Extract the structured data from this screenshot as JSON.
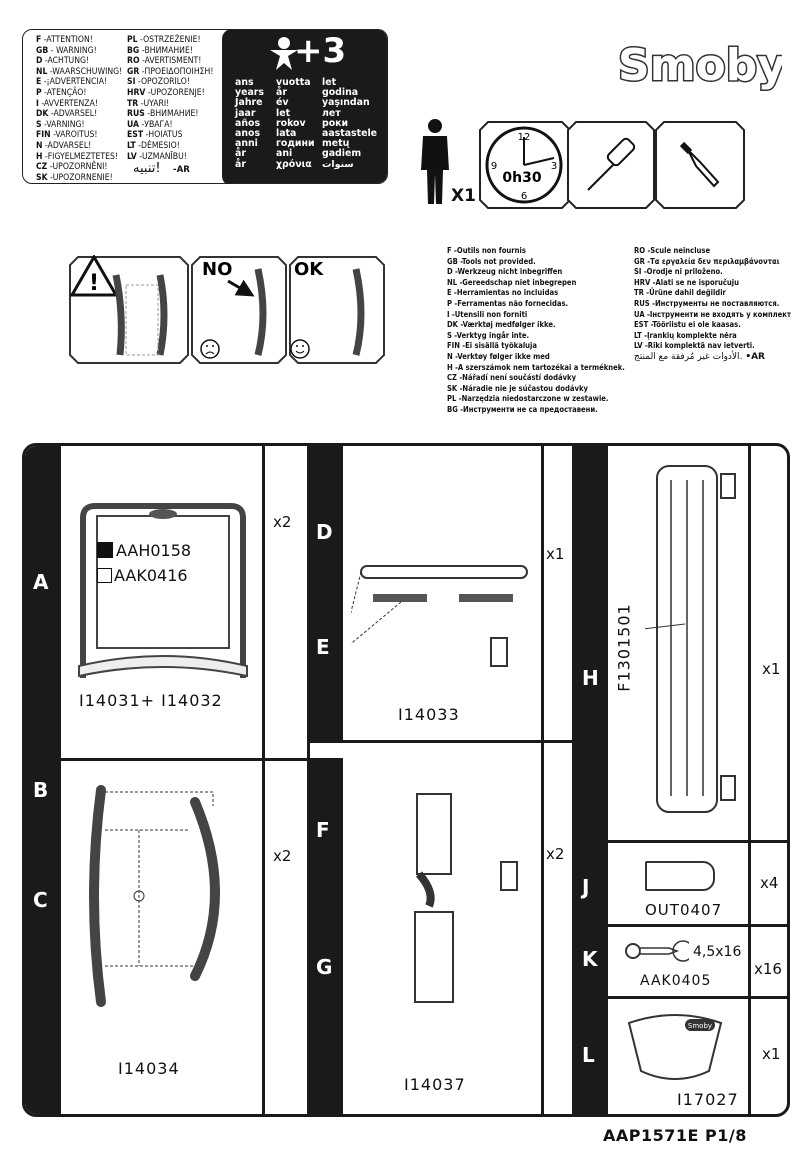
{
  "warning": {
    "col1": [
      [
        "F",
        "-ATTENTION!"
      ],
      [
        "GB",
        "- WARNING!"
      ],
      [
        "D",
        "-ACHTUNG!"
      ],
      [
        "NL",
        "-WAARSCHUWING!"
      ],
      [
        "E",
        "-¡ADVERTENCIA!"
      ],
      [
        "P",
        "-ATENÇÃO!"
      ],
      [
        "I",
        "-AVVERTENZA!"
      ],
      [
        "DK",
        "-ADVARSEL!"
      ],
      [
        "S",
        "-VARNING!"
      ],
      [
        "FIN",
        "-VAROITUS!"
      ],
      [
        "N",
        "-ADVARSEL!"
      ],
      [
        "H",
        "-FIGYELMEZTETES!"
      ],
      [
        "CZ",
        "-UPOZORNĚNI!"
      ],
      [
        "SK",
        "-UPOZORNENIE!"
      ]
    ],
    "col2": [
      [
        "PL",
        "-OSTRZEŻENIE!"
      ],
      [
        "BG",
        "-ВНИМАНИЕ!"
      ],
      [
        "RO",
        "-AVERTISMENT!"
      ],
      [
        "GR",
        "-ΠΡΟΕΙΔΟΠΟΙΗΣΗ!"
      ],
      [
        "SI",
        "-OPOZORILO!"
      ],
      [
        "HRV",
        "-UPOZORENJE!"
      ],
      [
        "TR",
        "-UYARI!"
      ],
      [
        "RUS",
        "-ВНИМАНИЕ!"
      ],
      [
        "UA",
        "-УВАГА!"
      ],
      [
        "EST",
        "-HOIATUS"
      ],
      [
        "LT",
        "-DĖMESIO!"
      ],
      [
        "LV",
        "-UZMANĪBU!"
      ]
    ],
    "arabic": "تنبيه!",
    "arabic_code": "-AR",
    "age": "+3",
    "age_col1": [
      "ans",
      "years",
      "Jahre",
      "jaar",
      "años",
      "anos",
      "anni",
      "år",
      "år"
    ],
    "age_col2": [
      "vuotta",
      "år",
      "év",
      "let",
      "rokov",
      "lata",
      "години",
      "ani",
      "χρόνια"
    ],
    "age_col3": [
      "let",
      "godina",
      "yaşından",
      "лет",
      "роки",
      "aastastele",
      "metų",
      "gadiem",
      "سنوات"
    ]
  },
  "brand": "Smoby",
  "adult": {
    "count": "X1",
    "time": "0h30",
    "clock_numbers": [
      "12",
      "3",
      "6",
      "9"
    ]
  },
  "check": {
    "no": "NO",
    "ok": "OK",
    "warn_mark": "!"
  },
  "tools_not_provided": {
    "col1": [
      "F -Outils non fournis",
      "GB -Tools not provided.",
      "D -Werkzeug nicht inbegriffen",
      "NL -Gereedschap niet inbegrepen",
      "E -Herramientas no incluidas",
      "P -Ferramentas não fornecidas.",
      "I -Utensili non forniti",
      "DK -Værktøj medfølger ikke.",
      "S -Verktyg ingår inte.",
      "FIN -Ei sisällä työkaluja",
      "N -Verktøy følger ikke med",
      "H -A szerszámok nem tartozékai a terméknek.",
      "CZ -Nářadí není součástí dodávky",
      "SK -Náradie nie je súčastou dodávky",
      "PL -Narzędzia niedostarczone w zestawie.",
      "BG -Инструменти не са предоставени."
    ],
    "col2": [
      "RO -Scule neincluse",
      "GR -Τα εργαλεία δεν περιλαμβάνονται",
      "SI -Orodje ni priloženo.",
      "HRV -Alati se ne isporučuju",
      "TR -Ürüne dahil değildir",
      "RUS -Инструменты не поставляются.",
      "UA -Інструменти не входять у комплект",
      "EST -Tööriistu ei ole kaasas.",
      "LT -Įrankių komplekte nėra",
      "LV -Rīki komplektā nav ietverti."
    ],
    "arabic": "الأدوات غير مُرفقة مع المنتج.",
    "arabic_code": "•AR"
  },
  "parts": {
    "A": {
      "letter": "A",
      "code": "I14031+ I14032",
      "qty": "x2",
      "opt1": "AAH0158",
      "opt2": "AAK0416"
    },
    "BC": {
      "letters": [
        "B",
        "C"
      ],
      "code": "I14034",
      "qty": "x2"
    },
    "DE": {
      "letters": [
        "D",
        "E"
      ],
      "code": "I14033",
      "qty": "x1"
    },
    "FG": {
      "letters": [
        "F",
        "G"
      ],
      "code": "I14037",
      "qty": "x2"
    },
    "H": {
      "letter": "H",
      "code": "F1301501",
      "qty": "x1"
    },
    "J": {
      "letter": "J",
      "code": "OUT0407",
      "qty": "x4"
    },
    "K": {
      "letter": "K",
      "code": "AAK0405",
      "qty": "x16",
      "size": "4,5x16"
    },
    "L": {
      "letter": "L",
      "code": "I17027",
      "qty": "x1",
      "brand": "Smoby"
    }
  },
  "footer": "AAP1571E P1/8"
}
